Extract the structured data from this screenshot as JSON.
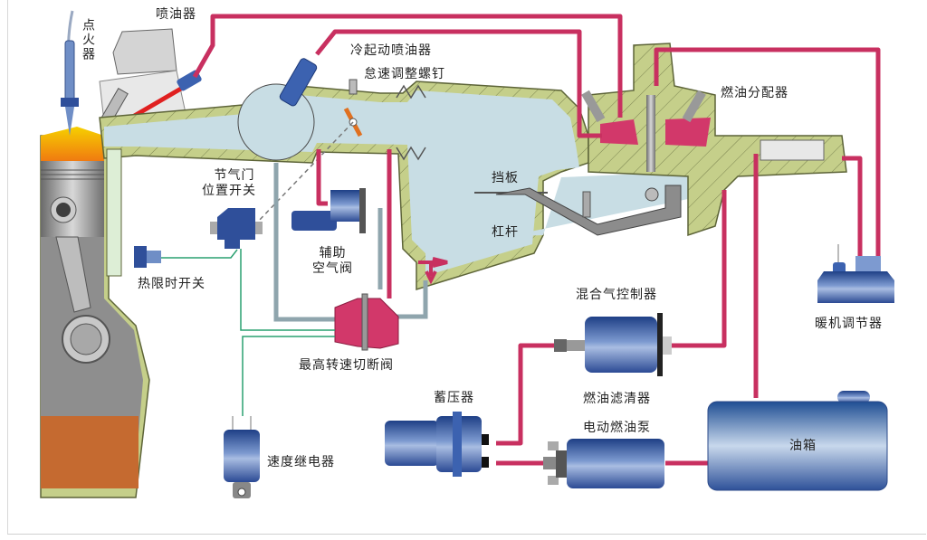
{
  "diagram": {
    "title": "K-Jetronic fuel injection system",
    "labels": {
      "ignition": "点火器",
      "injector": "喷油器",
      "cold_start_injector": "冷起动喷油器",
      "idle_screw": "怠速调整螺钉",
      "fuel_distributor": "燃油分配器",
      "throttle_switch_line1": "节气门",
      "throttle_switch_line2": "位置开关",
      "thermo_time_switch": "热限时开关",
      "aux_air_line1": "辅助",
      "aux_air_line2": "空气阀",
      "max_speed_cutoff": "最高转速切断阀",
      "baffle": "挡板",
      "lever": "杠杆",
      "mixture_controller": "混合气控制器",
      "warmup_regulator": "暖机调节器",
      "fuel_filter": "燃油滤清器",
      "accumulator": "蓄压器",
      "electric_pump": "电动燃油泵",
      "speed_relay": "速度继电器",
      "fuel_tank": "油箱"
    },
    "colors": {
      "fuel_line": "#c83060",
      "housing": "#c5cf8a",
      "air": "#c8dde4",
      "component_blue": "#2f4f9a",
      "electric_wire": "#2aa070",
      "flame": "#f2a000",
      "oil": "#c56a30"
    }
  }
}
